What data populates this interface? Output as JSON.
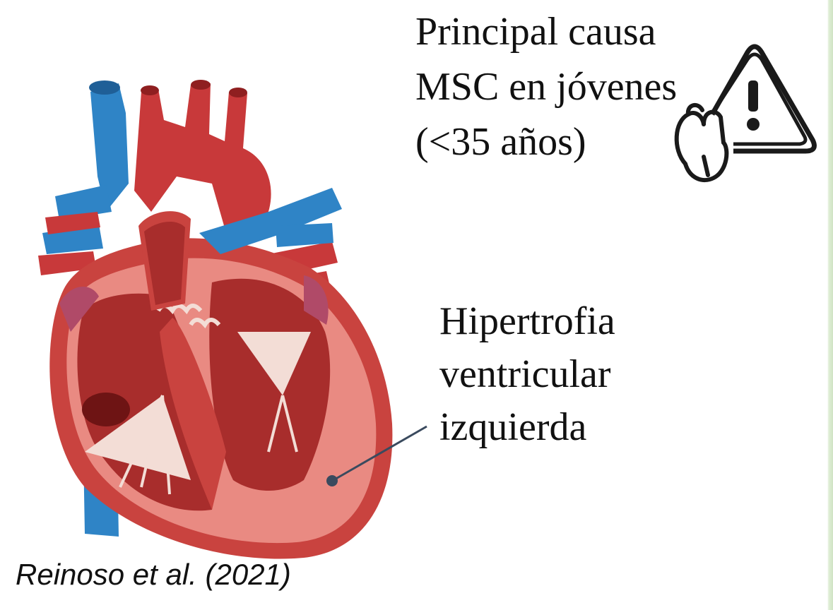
{
  "figure": {
    "top_text": {
      "line1": "Principal causa",
      "line2": "MSC en jóvenes",
      "line3": "(<35 años)"
    },
    "label_text": {
      "line1": "Hipertrofia",
      "line2": "ventricular",
      "line3": "izquierda"
    },
    "citation": "Reinoso et al. (2021)",
    "icons": [
      "heart-anatomy-illustration",
      "warning-triangle-icon",
      "hand-icon"
    ],
    "colors": {
      "artery_red": "#c8393a",
      "vein_blue": "#2f84c6",
      "myocardium": "#e98a82",
      "inner_dark": "#a82d2c",
      "valve_pale": "#f3ddd6",
      "leader_line": "#3a4a5e",
      "border_green": "#cfe3c3"
    }
  }
}
